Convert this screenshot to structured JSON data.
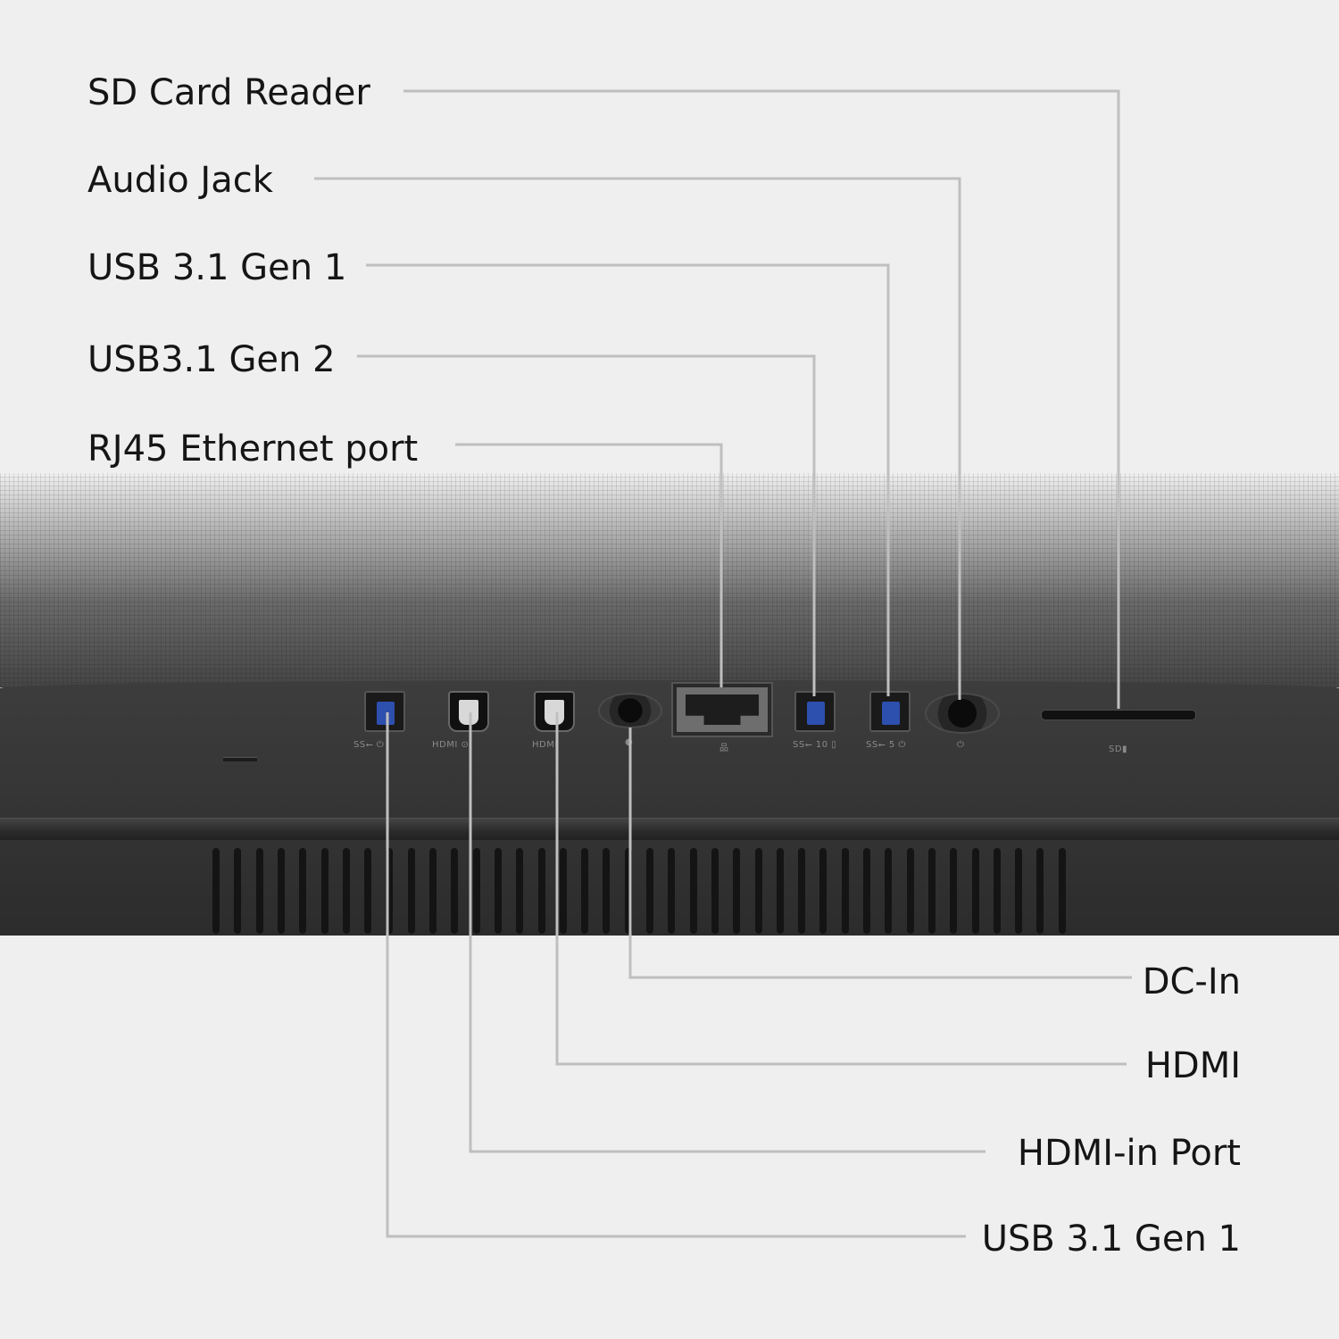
{
  "top_callouts": [
    {
      "id": "sd-card-reader",
      "text": "SD Card Reader"
    },
    {
      "id": "audio-jack",
      "text": "Audio Jack"
    },
    {
      "id": "usb-31-gen1-rear",
      "text": "USB 3.1 Gen 1"
    },
    {
      "id": "usb31-gen2",
      "text": "USB3.1 Gen 2"
    },
    {
      "id": "rj45-ethernet-port",
      "text": "RJ45 Ethernet port"
    }
  ],
  "bottom_callouts": [
    {
      "id": "dc-in",
      "text": "DC-In"
    },
    {
      "id": "hdmi",
      "text": "HDMI"
    },
    {
      "id": "hdmi-in-port",
      "text": "HDMI-in Port"
    },
    {
      "id": "usb-31-gen1-left",
      "text": "USB 3.1 Gen 1"
    }
  ],
  "port_glyphs": {
    "usb_left": "SS⭠ ⏻",
    "hdmi_in": "HDMI ⊙",
    "hdmi": "HDMI",
    "dc_in": "●",
    "rj45": "品",
    "usb_10": "SS⭠ 10 ▯",
    "usb_5": "SS⭠ 5 ⏻",
    "audio": "⏻",
    "sd": "SD▮"
  },
  "colors": {
    "background": "#efefef",
    "leader_line": "#bfbfbf",
    "label_text": "#151515",
    "usb_blue": "#2d4fae"
  }
}
